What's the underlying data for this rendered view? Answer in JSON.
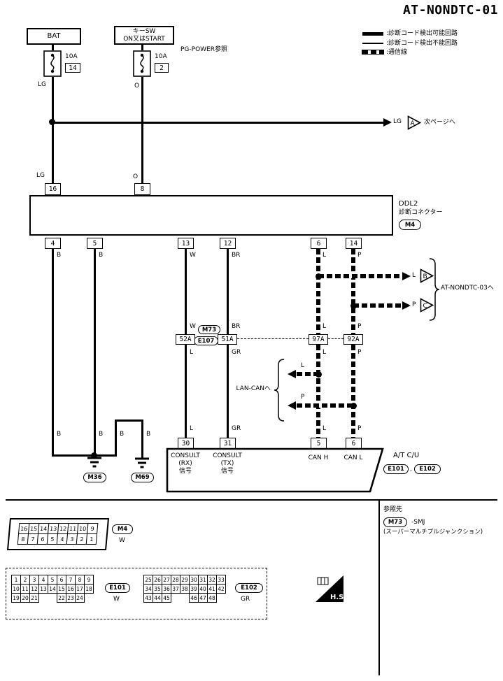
{
  "title": "AT-NONDTC-01",
  "legend": {
    "detectable": ":診断コード検出可能回路",
    "undetectable": ":診断コード検出不能回路",
    "comm": ":通信線"
  },
  "power": {
    "bat": "BAT",
    "keysw_line1": "キーSW",
    "keysw_line2": "ON又はSTART",
    "pg_ref": "PG-POWER参照",
    "fuse1_amp": "10A",
    "fuse1_num": "14",
    "fuse2_amp": "10A",
    "fuse2_num": "2",
    "fuse1_color": "LG",
    "fuse2_color": "O"
  },
  "next_page": {
    "color": "LG",
    "letter": "A",
    "dest": "次ページへ"
  },
  "ddl2": {
    "in_color1": "LG",
    "in_color2": "O",
    "term_16": "16",
    "term_8": "8",
    "name": "DDL2",
    "sub": "診断コネクター",
    "conn": "M4",
    "term_4": "4",
    "term_5": "5",
    "term_13": "13",
    "term_12": "12",
    "term_6": "6",
    "term_14": "14"
  },
  "wires": {
    "b1_top": "B",
    "b2_top": "B",
    "w_top": "W",
    "br_top": "BR",
    "l_top": "L",
    "p_top": "P",
    "w_mid": "W",
    "br_mid": "BR",
    "l_mid": "L",
    "p_mid": "P",
    "l_low1": "L",
    "gr_low1": "GR",
    "l_low1b": "L",
    "p_low1b": "P",
    "l_low2": "L",
    "gr_low2": "GR",
    "l_low2b": "L",
    "p_low2b": "P",
    "b1_bot": "B",
    "b2_bot": "B",
    "b3_bot": "B",
    "b4_bot": "B"
  },
  "offpage": {
    "b_color": "L",
    "b_letter": "B",
    "c_color": "P",
    "c_letter": "C",
    "dest": "AT-NONDTC-03へ"
  },
  "lan": {
    "label": "LAN-CANへ",
    "l": "L",
    "p": "P"
  },
  "smj": {
    "m73": "M73",
    "e107": "E107",
    "c52": "52A",
    "c51": "51A",
    "c97": "97A",
    "c92": "92A"
  },
  "atcu": {
    "term_30": "30",
    "term_31": "31",
    "term_5": "5",
    "term_6": "6",
    "rx_l1": "CONSULT",
    "rx_l2": "(RX)",
    "rx_l3": "信号",
    "tx_l1": "CONSULT",
    "tx_l2": "(TX)",
    "tx_l3": "信号",
    "can_h": "CAN H",
    "can_l": "CAN L",
    "name": "A/T C/U",
    "conn1": "E101",
    "sep": ",",
    "conn2": "E102"
  },
  "grounds": {
    "g1": "M36",
    "g2": "M69"
  },
  "pin_diagrams": {
    "m4": {
      "rows": [
        [
          "16",
          "15",
          "14",
          "13",
          "12",
          "11",
          "10",
          "9"
        ],
        [
          "8",
          "7",
          "6",
          "5",
          "4",
          "3",
          "2",
          "1"
        ]
      ],
      "label": "M4",
      "color": "W"
    },
    "e101": {
      "rows": [
        [
          "1",
          "2",
          "3",
          "4",
          "5",
          "6",
          "7",
          "8",
          "9"
        ],
        [
          "10",
          "11",
          "12",
          "13",
          "14",
          "15",
          "16",
          "17",
          "18"
        ],
        [
          "19",
          "20",
          "21",
          "",
          "",
          "22",
          "23",
          "24"
        ]
      ],
      "label": "E101",
      "color": "W"
    },
    "e102": {
      "rows": [
        [
          "25",
          "26",
          "27",
          "28",
          "29",
          "30",
          "31",
          "32",
          "33"
        ],
        [
          "34",
          "35",
          "36",
          "37",
          "38",
          "39",
          "40",
          "41",
          "42"
        ],
        [
          "43",
          "44",
          "45",
          "",
          "",
          "46",
          "47",
          "48"
        ]
      ],
      "label": "E102",
      "color": "GR"
    },
    "hs": "H.S."
  },
  "reference": {
    "title": "参照先",
    "conn": "M73",
    "name": "-SMJ",
    "desc": "(スーパーマルチプルジャンクション)"
  }
}
